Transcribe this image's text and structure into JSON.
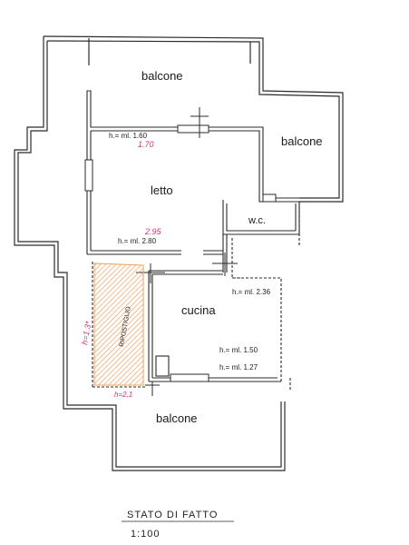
{
  "rooms": {
    "balcone_top": "balcone",
    "balcone_right": "balcone",
    "letto": "letto",
    "wc": "w.c.",
    "cucina": "cucina",
    "balcone_bottom": "balcone",
    "ripostiglio": "RIPOSTIGLIO"
  },
  "heights": {
    "letto_top": "h.= ml. 1.60",
    "letto_bottom": "h.= ml. 2.80",
    "cucina_top": "h.= ml. 2.36",
    "cucina_mid": "h.= ml. 1.50",
    "cucina_bottom": "h.= ml. 1.27"
  },
  "corrections": {
    "letto_top": "1.70",
    "letto_bottom": "2.95",
    "ripostiglio_side": "h=1.3*",
    "ripostiglio_bottom": "h=2.1"
  },
  "caption": {
    "title": "STATO DI FATTO",
    "scale": "1:100"
  },
  "colors": {
    "wall": "#2b2b2b",
    "hatch": "#f0a060",
    "correction": "#d6337a"
  }
}
